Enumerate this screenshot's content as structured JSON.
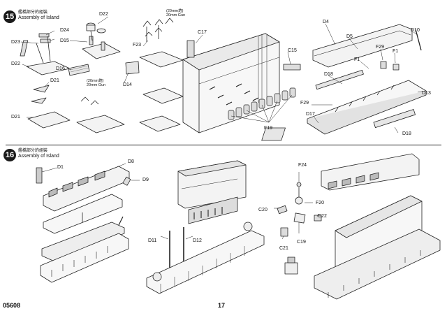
{
  "footer": {
    "code": "05608",
    "page": "17"
  },
  "steps": [
    {
      "number": "15",
      "title_cn": "艦橋部分的組裝",
      "title_en": "Assembly of Island"
    },
    {
      "number": "16",
      "title_cn": "艦橋部分的組裝",
      "title_en": "Assembly of Island"
    }
  ],
  "notes": {
    "gun_20mm_a_cn": "(20mm炮)",
    "gun_20mm_a_en": "20mm Gun",
    "gun_20mm_b_cn": "(20mm炮)",
    "gun_20mm_b_en": "20mm Gun"
  },
  "parts15": {
    "d22_top": "D22",
    "d24": "D24",
    "d23": "D23",
    "d15": "D15",
    "d22_left": "D22",
    "d16": "D16",
    "f23": "F23",
    "d14": "D14",
    "c17": "C17",
    "c15": "C15",
    "d21_a": "D21",
    "d21_b": "D21",
    "f19": "F19",
    "d4": "D4",
    "d5": "D5",
    "d10": "D10",
    "f29_a": "F29",
    "f1_a": "F1",
    "f1_b": "F1",
    "d13": "D13",
    "d18_a": "D18",
    "f29_b": "F29",
    "d17": "D17",
    "d18_b": "D18"
  },
  "parts16": {
    "d1": "D1",
    "d8": "D8",
    "d9": "D9",
    "d11": "D11",
    "d12": "D12",
    "f24": "F24",
    "f20": "F20",
    "c20": "C20",
    "c22": "C22",
    "c19": "C19",
    "c21": "C21"
  }
}
